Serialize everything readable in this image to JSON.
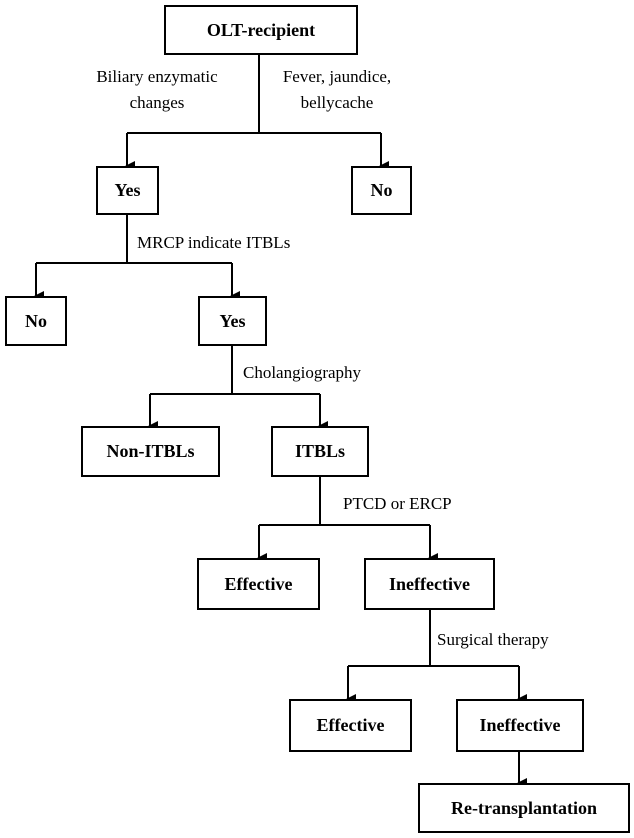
{
  "nodes": {
    "root": "OLT-recipient",
    "yes1": "Yes",
    "no1": "No",
    "no2": "No",
    "yes2": "Yes",
    "non_itbls": "Non-ITBLs",
    "itbls": "ITBLs",
    "effective1": "Effective",
    "ineffective1": "Ineffective",
    "effective2": "Effective",
    "ineffective2": "Ineffective",
    "retransplant": "Re-transplantation"
  },
  "edge_labels": {
    "biliary_line1": "Biliary enzymatic",
    "biliary_line2": "changes",
    "fever_line1": "Fever, jaundice,",
    "fever_line2": "bellycache",
    "mrcp": "MRCP indicate ITBLs",
    "cholangiography": "Cholangiography",
    "ptcd": "PTCD or ERCP",
    "surgical": "Surgical therapy"
  }
}
